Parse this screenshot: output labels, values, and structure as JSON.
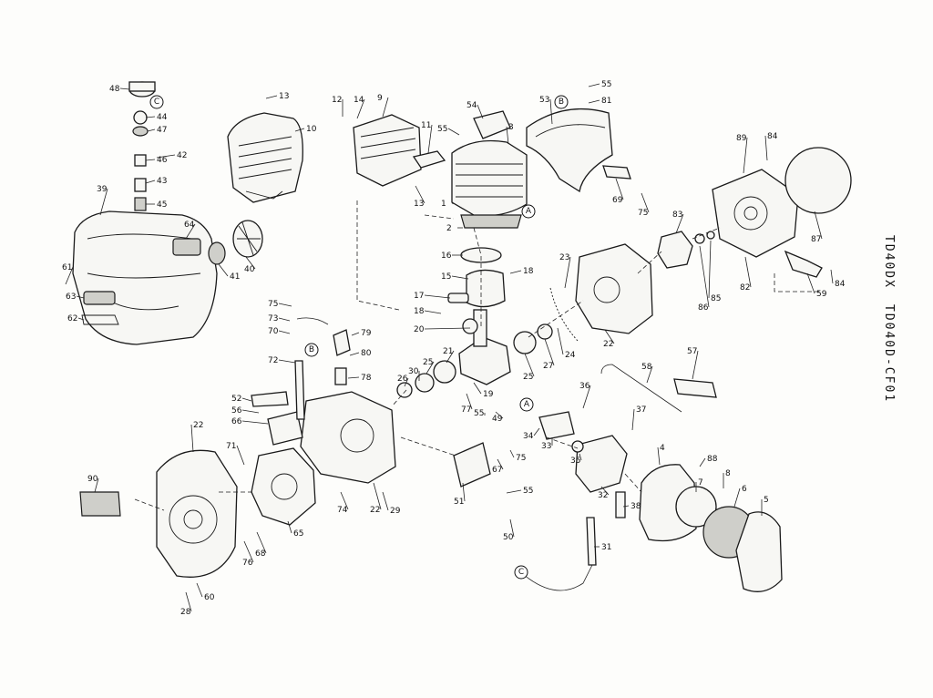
{
  "model_codes": [
    "TD40DX",
    "TD040D-CF01"
  ],
  "reference_letters": [
    "A",
    "B",
    "C"
  ],
  "part_numbers": [
    "1",
    "2",
    "3",
    "4",
    "5",
    "6",
    "7",
    "8",
    "9",
    "10",
    "11",
    "12",
    "13",
    "14",
    "15",
    "16",
    "17",
    "18",
    "19",
    "20",
    "21",
    "22",
    "23",
    "24",
    "25",
    "26",
    "27",
    "28",
    "29",
    "30",
    "31",
    "32",
    "33",
    "34",
    "35",
    "36",
    "37",
    "38",
    "39",
    "40",
    "41",
    "42",
    "43",
    "44",
    "45",
    "46",
    "47",
    "48",
    "49",
    "50",
    "51",
    "52",
    "53",
    "54",
    "55",
    "56",
    "57",
    "58",
    "59",
    "60",
    "61",
    "62",
    "63",
    "64",
    "65",
    "66",
    "67",
    "68",
    "69",
    "70",
    "71",
    "72",
    "73",
    "74",
    "75",
    "76",
    "77",
    "78",
    "79",
    "80",
    "81",
    "82",
    "83",
    "84",
    "85",
    "86",
    "87",
    "88",
    "89",
    "90"
  ]
}
